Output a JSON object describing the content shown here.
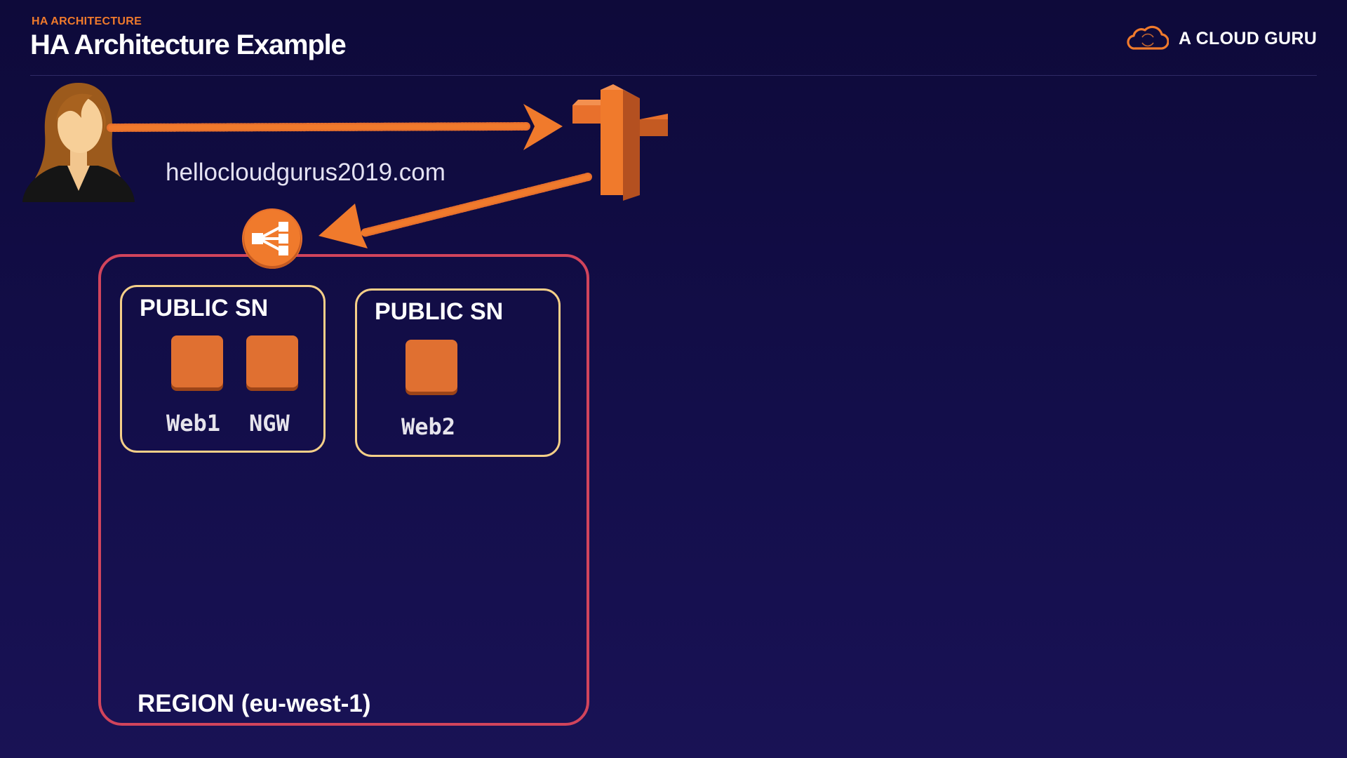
{
  "header": {
    "kicker": "HA ARCHITECTURE",
    "title": "HA Architecture Example"
  },
  "brand": {
    "name": "A CLOUD GURU",
    "icon": "cloud-logo-icon"
  },
  "diagram": {
    "domain_label": "hellocloudgurus2019.com",
    "user_icon": "user-avatar-icon",
    "dns_icon": "route53-signpost-icon",
    "load_balancer_icon": "load-balancer-icon",
    "region": {
      "label": "REGION (eu-west-1)"
    },
    "subnets": [
      {
        "label": "PUBLIC SN",
        "instances": [
          "Web1",
          "NGW"
        ]
      },
      {
        "label": "PUBLIC SN",
        "instances": [
          "Web2"
        ]
      }
    ]
  },
  "colors": {
    "accent": "#f07a2c",
    "region_border": "#d1445c",
    "subnet_border": "#f5cf88",
    "instance": "#e07031",
    "background": "#120d45"
  }
}
